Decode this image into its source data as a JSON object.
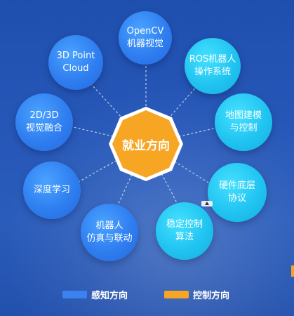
{
  "center": {
    "label": "就业方向"
  },
  "nodes": [
    {
      "id": "opencv",
      "label": "OpenCV\n机器视觉",
      "category": "sense"
    },
    {
      "id": "ros",
      "label": "ROS机器人\n操作系统",
      "category": "control"
    },
    {
      "id": "map",
      "label": "地图建模\n与控制",
      "category": "control"
    },
    {
      "id": "hardware",
      "label": "硬件底层\n协议",
      "category": "control"
    },
    {
      "id": "stable",
      "label": "稳定控制\n算法",
      "category": "control"
    },
    {
      "id": "robotsim",
      "label": "机器人\n仿真与联动",
      "category": "sense"
    },
    {
      "id": "deeplearn",
      "label": "深度学习",
      "category": "sense"
    },
    {
      "id": "fusion",
      "label": "2D/3D\n视觉融合",
      "category": "sense"
    },
    {
      "id": "pointcloud",
      "label": "3D Point\nCloud",
      "category": "sense"
    }
  ],
  "legend": [
    {
      "label": "感知方向",
      "color": "#2f7ef0"
    },
    {
      "label": "控制方向",
      "color": "#f6a623"
    }
  ],
  "colors": {
    "center_fill": "#f6a623",
    "center_border": "#ffffff",
    "sense": "#2f7ef0",
    "control": "#21c4f1",
    "background": "#2657b8"
  }
}
